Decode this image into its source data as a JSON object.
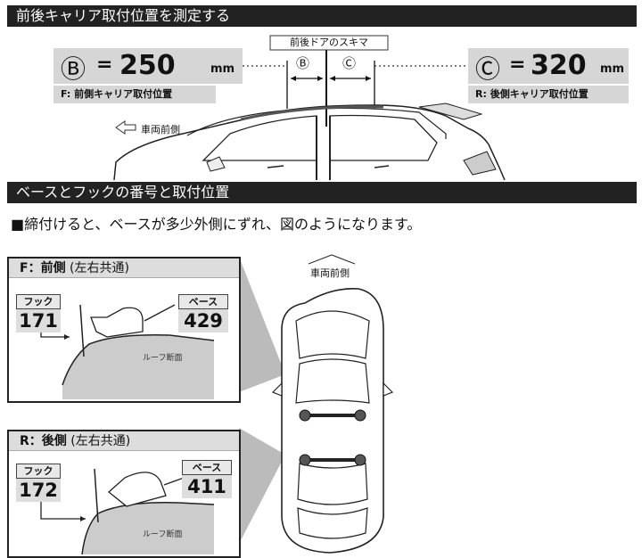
{
  "section1": {
    "title": "前後キャリア取付位置を測定する"
  },
  "gap_box": {
    "label": "前後ドアのスキマ",
    "mark_b": "Ⓑ",
    "mark_c": "Ⓒ"
  },
  "front_measure": {
    "symbol": "Ⓑ",
    "equals": "=",
    "value": "250",
    "unit": "mm",
    "caption": "F: 前側キャリア取付位置"
  },
  "rear_measure": {
    "symbol": "Ⓒ",
    "equals": "=",
    "value": "320",
    "unit": "mm",
    "caption": "R: 後側キャリア取付位置"
  },
  "front_arrow": {
    "label": "車両前側"
  },
  "section2": {
    "title": "ベースとフックの番号と取付位置"
  },
  "note": {
    "bullet": "■",
    "text": "締付けると、ベースが多少外側にずれ、図のようになります。"
  },
  "top_view": {
    "label": "車両前側"
  },
  "front_detail": {
    "title": "F：前側",
    "suffix": " (左右共通)",
    "hook_label": "フック",
    "hook_number": "171",
    "base_label": "ベース",
    "base_number": "429",
    "roof_label": "ルーフ断面"
  },
  "rear_detail": {
    "title": "R：後側",
    "suffix": " (左右共通)",
    "hook_label": "フック",
    "hook_number": "172",
    "base_label": "ベース",
    "base_number": "411",
    "roof_label": "ルーフ断面"
  },
  "colors": {
    "bar": "#222222",
    "panel": "#d6d6d6"
  }
}
